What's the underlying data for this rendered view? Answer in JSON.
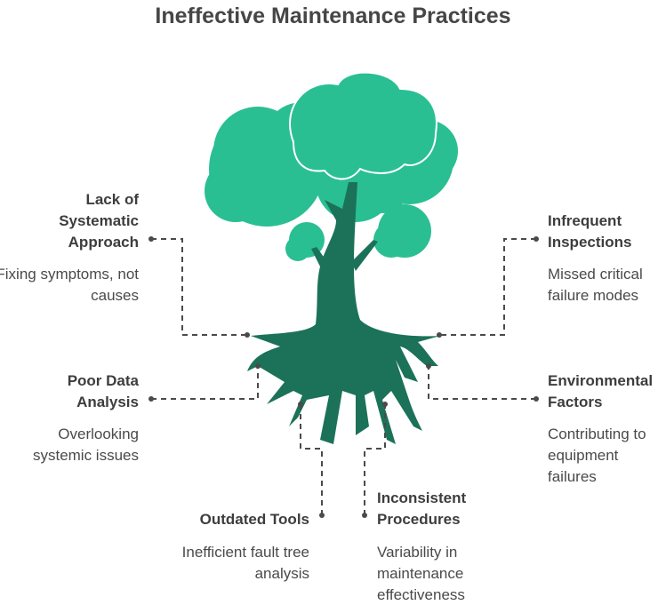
{
  "title": "Ineffective Maintenance Practices",
  "colors": {
    "canopy": "#29bf93",
    "trunk": "#1b7259",
    "connector": "#4a4a4a"
  },
  "items": [
    {
      "heading": "Lack of Systematic Approach",
      "description": "Fixing symptoms, not causes"
    },
    {
      "heading": "Poor Data Analysis",
      "description": "Overlooking systemic issues"
    },
    {
      "heading": "Outdated Tools",
      "description": "Inefficient fault tree analysis"
    },
    {
      "heading": "Inconsistent Procedures",
      "description": "Variability in maintenance effectiveness"
    },
    {
      "heading": "Infrequent Inspections",
      "description": "Missed critical failure modes"
    },
    {
      "heading": "Environmental Factors",
      "description": "Contributing to equipment failures"
    }
  ]
}
